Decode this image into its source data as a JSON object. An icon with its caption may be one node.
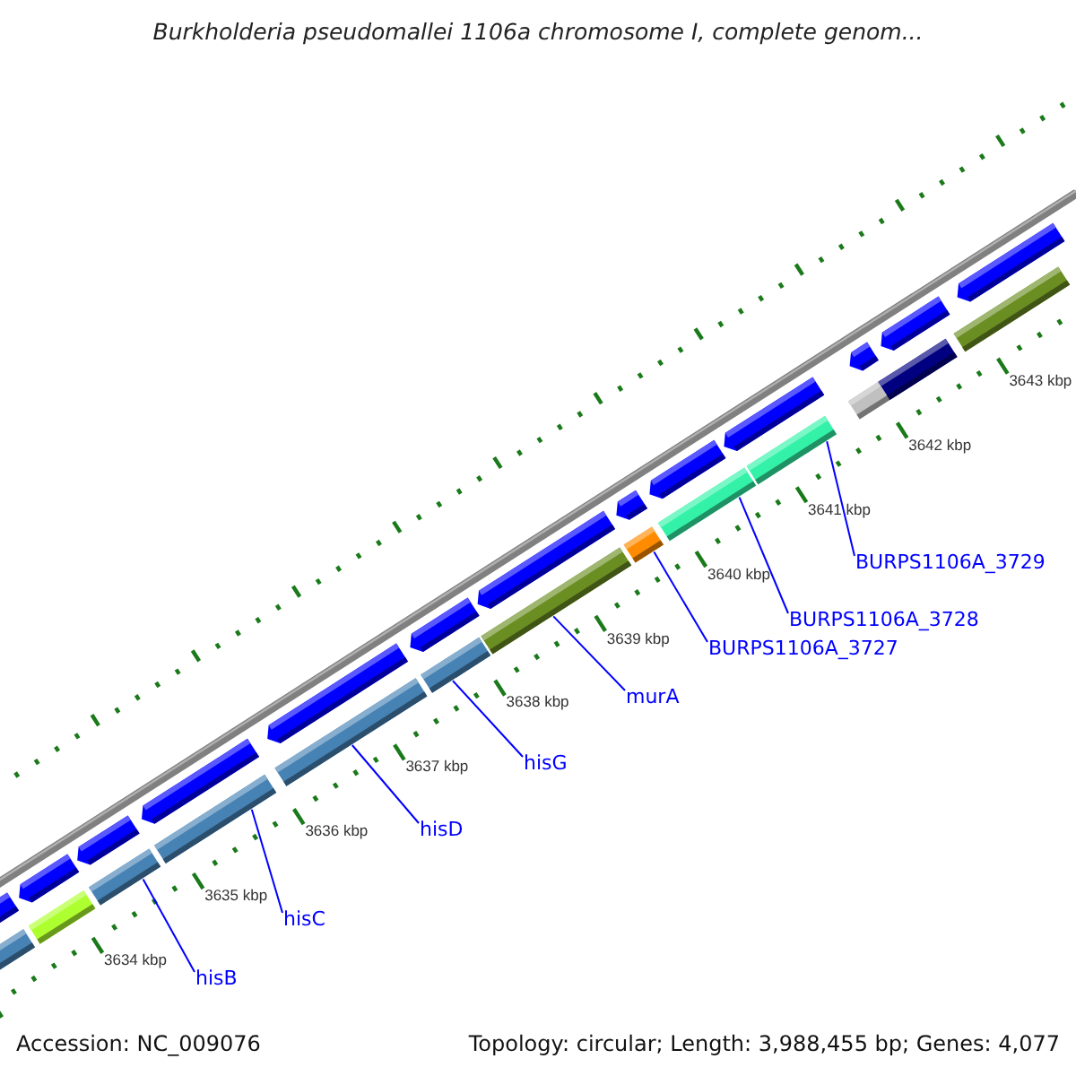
{
  "diagram": {
    "title": "Burkholderia pseudomallei 1106a chromosome I, complete genom...",
    "nodes": [
      {
        "text": [
          "hisB"
        ]
      },
      {
        "text": [
          "hisC"
        ]
      },
      {
        "text": [
          "hisD"
        ]
      },
      {
        "text": [
          "hisG"
        ]
      },
      {
        "text": [
          "murA"
        ]
      },
      {
        "text": [
          "BURPS1106A_3727"
        ]
      },
      {
        "text": [
          "BURPS1106A_3728"
        ]
      },
      {
        "text": [
          "BURPS1106A_3729"
        ]
      },
      {
        "text": [],
        "shape": "bar"
      },
      {
        "text": [],
        "shape": "bar"
      },
      {
        "text": [],
        "shape": "bar"
      },
      {
        "text": [],
        "shape": "bar"
      },
      {
        "text": [],
        "shape": "bar"
      },
      {
        "text": [],
        "shape": "bar"
      },
      {
        "text": [],
        "shape": "bar"
      },
      {
        "text": [],
        "shape": "bar"
      },
      {
        "text": [],
        "shape": "bar"
      },
      {
        "text": [],
        "shape": "bar"
      },
      {
        "text": [],
        "shape": "bar"
      },
      {
        "text": [],
        "shape": "bar"
      },
      {
        "text": [],
        "shape": "bar"
      },
      {
        "text": [],
        "shape": "pentagon"
      },
      {
        "text": [],
        "shape": "pentagon"
      },
      {
        "text": [],
        "shape": "pentagon"
      },
      {
        "text": [],
        "shape": "pentagon"
      },
      {
        "text": [],
        "shape": "pentagon"
      },
      {
        "text": [],
        "shape": "pentagon"
      },
      {
        "text": [],
        "shape": "pentagon"
      },
      {
        "text": [],
        "shape": "pentagon"
      },
      {
        "text": [],
        "shape": "pentagon"
      },
      {
        "text": [],
        "shape": "pentagon"
      },
      {
        "text": [],
        "shape": "pentagon"
      },
      {
        "text": [],
        "shape": "pentagon"
      },
      {
        "text": [],
        "shape": "pentagon"
      }
    ],
    "edges": [
      {
        "from": 0,
        "to": 10,
        "arrow": "none"
      },
      {
        "from": 1,
        "to": 11,
        "arrow": "none"
      },
      {
        "from": 2,
        "to": 12,
        "arrow": "none"
      },
      {
        "from": 3,
        "to": 13,
        "arrow": "none"
      },
      {
        "from": 4,
        "to": 14,
        "arrow": "none"
      },
      {
        "from": 5,
        "to": 15,
        "arrow": "none"
      },
      {
        "from": 6,
        "to": 16,
        "arrow": "none"
      },
      {
        "from": 7,
        "to": 17,
        "arrow": "none"
      }
    ],
    "labels": [
      "3634 kbp",
      "3635 kbp",
      "3636 kbp",
      "3637 kbp",
      "3638 kbp",
      "3639 kbp",
      "3640 kbp",
      "3641 kbp",
      "3642 kbp",
      "3643 kbp",
      "Accession: NC_009076",
      "Topology: circular; Length: 3,988,455 bp; Genes: 4,077"
    ]
  }
}
